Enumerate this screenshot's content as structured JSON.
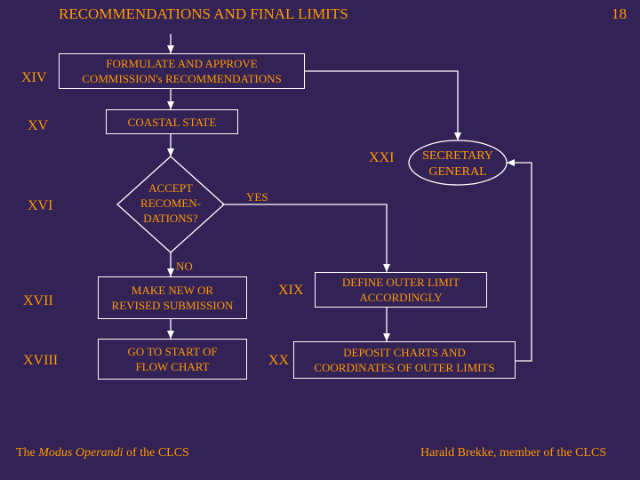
{
  "slide": {
    "title": "RECOMMENDATIONS AND FINAL LIMITS",
    "page_number": "18"
  },
  "steps": {
    "xiv": {
      "numeral": "XIV",
      "label": "FORMULATE AND APPROVE\nCOMMISSION's RECOMMENDATIONS"
    },
    "xv": {
      "numeral": "XV",
      "label": "COASTAL STATE"
    },
    "xvi": {
      "numeral": "XVI",
      "label": "ACCEPT\nRECOMEN-\nDATIONS?"
    },
    "xvii": {
      "numeral": "XVII",
      "label": "MAKE NEW OR\nREVISED SUBMISSION"
    },
    "xviii": {
      "numeral": "XVIII",
      "label": "GO TO START OF\nFLOW CHART"
    },
    "xix": {
      "numeral": "XIX",
      "label": "DEFINE OUTER LIMIT\nACCORDINGLY"
    },
    "xx": {
      "numeral": "XX",
      "label": "DEPOSIT CHARTS AND\nCOORDINATES OF OUTER LIMITS"
    },
    "xxi": {
      "numeral": "XXI",
      "label": "SECRETARY\nGENERAL"
    }
  },
  "branches": {
    "yes": "YES",
    "no": "NO"
  },
  "footer": {
    "left_prefix": "The ",
    "left_italic": "Modus Operandi",
    "left_suffix": " of the CLCS",
    "right": "Harald Brekke, member of the CLCS"
  },
  "colors": {
    "background": "#332255",
    "text": "#ff9900",
    "lines": "#ffffff"
  }
}
